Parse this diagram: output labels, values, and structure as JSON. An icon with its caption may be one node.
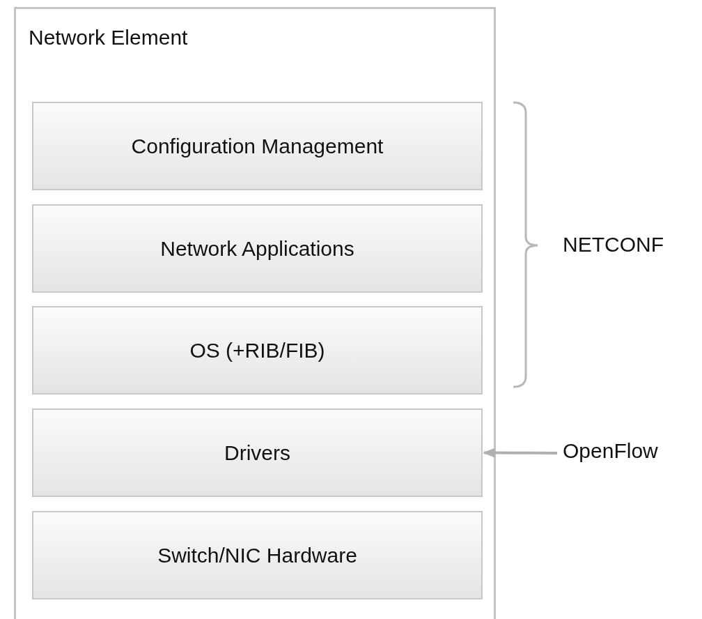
{
  "diagram": {
    "nodes": [
      {
        "text": [
          "Network Element"
        ]
      },
      {
        "text": [
          "Configuration Management"
        ],
        "in": 0
      },
      {
        "text": [
          "Network Applications"
        ],
        "in": 0
      },
      {
        "text": [
          "OS (+RIB/FIB)"
        ],
        "in": 0
      },
      {
        "text": [
          "Drivers"
        ],
        "in": 0
      },
      {
        "text": [
          "Switch/NIC Hardware"
        ],
        "in": 0
      },
      {
        "text": [
          "OpenFlow"
        ]
      }
    ],
    "edges": [
      {
        "from": 6,
        "to": 4,
        "arrow": "to"
      }
    ],
    "labels": [
      "NETCONF"
    ]
  }
}
